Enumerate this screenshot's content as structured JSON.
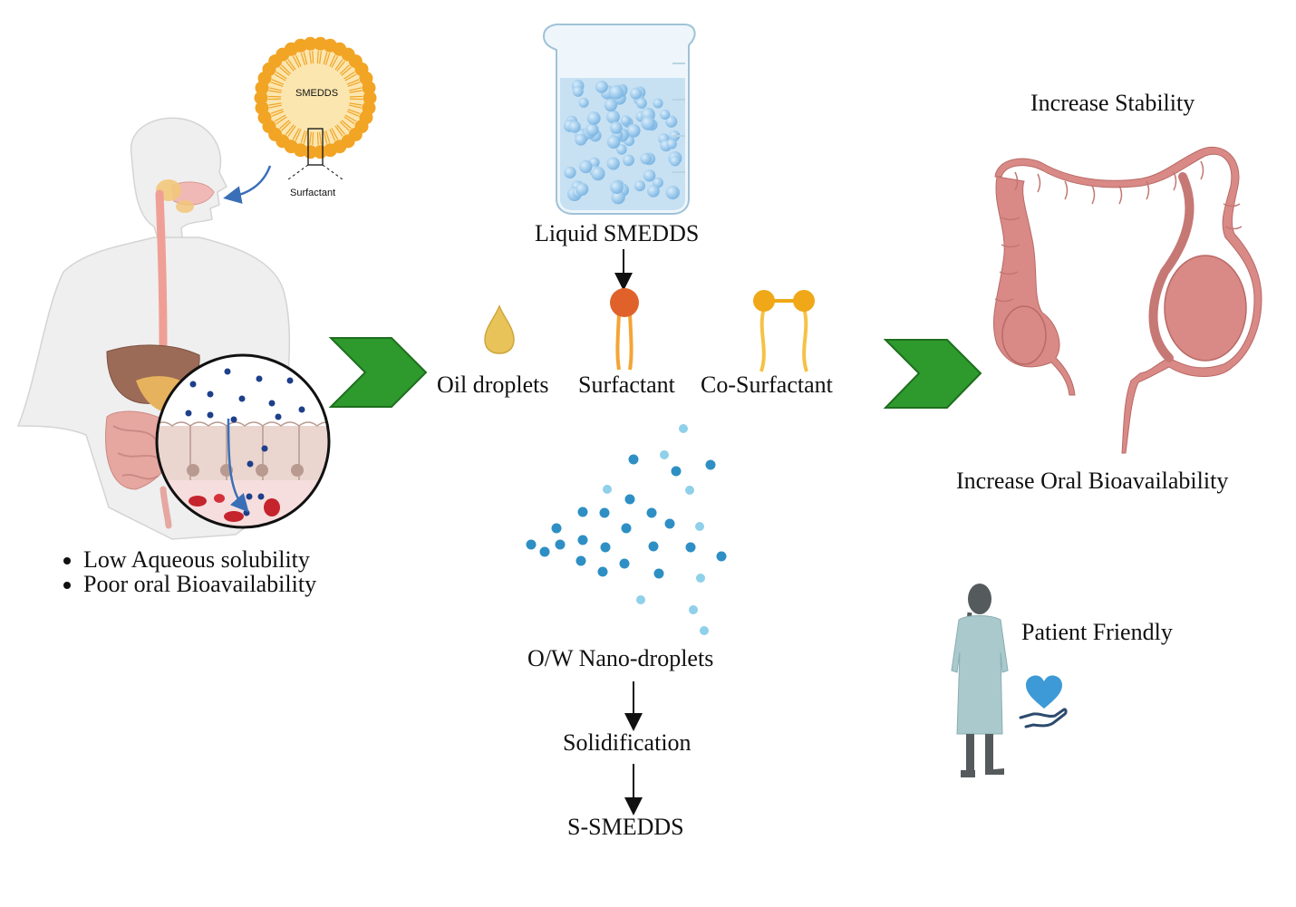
{
  "labels": {
    "smedds": "SMEDDS",
    "surfactant_small": "Surfactant",
    "liquid_smedds": "Liquid SMEDDS",
    "oil_droplets": "Oil droplets",
    "surfactant": "Surfactant",
    "co_surfactant": "Co-Surfactant",
    "ow_nano": "O/W Nano-droplets",
    "solidification": "Solidification",
    "s_smedds": "S-SMEDDS",
    "increase_stability": "Increase Stability",
    "increase_bioavailability": "Increase Oral Bioavailability",
    "patient_friendly": "Patient Friendly"
  },
  "bullets": [
    "Low Aqueous solubility",
    "Poor oral Bioavailability"
  ],
  "colors": {
    "arrow_green": "#2e9a2e",
    "micelle_orange": "#f2a424",
    "surfactant_head": "#e0622a",
    "cosurfactant": "#f0a818",
    "oil": "#e8c35a",
    "droplet_blue": "#2e8fc4",
    "droplet_light": "#8fd0ea",
    "colon": "#d98a86",
    "heart": "#3d9ad6",
    "patient": "#555a5c",
    "gown": "#a9c9cd"
  },
  "icons": [
    "human-digestive-icon",
    "micelle-icon",
    "beaker-icon",
    "colon-icon",
    "patient-icon",
    "heart-hand-icon"
  ]
}
